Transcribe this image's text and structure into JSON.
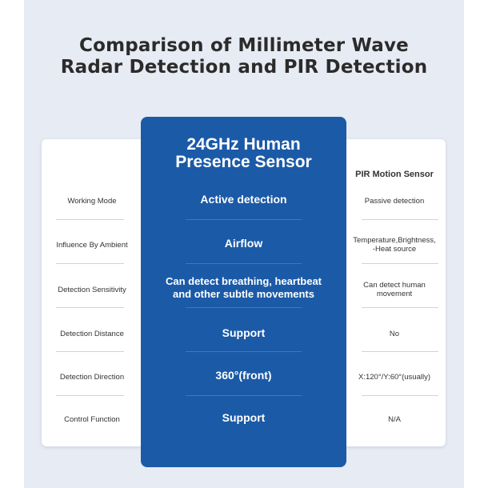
{
  "title": {
    "line1": "Comparison of Millimeter Wave",
    "line2": "Radar Detection and PIR Detection"
  },
  "center_header": {
    "line1": "24GHz Human",
    "line2": "Presence Sensor"
  },
  "right_header": "PIR Motion Sensor",
  "rows": [
    {
      "label": "Working Mode",
      "radar": "Active detection",
      "pir": "Passive detection"
    },
    {
      "label": "Influence By Ambient",
      "radar": "Airflow",
      "pir": "Temperature,Brightness,\n-Heat source"
    },
    {
      "label": "Detection Sensitivity",
      "radar": "Can detect breathing, heartbeat\nand other subtle movements",
      "pir": "Can detect human\nmovement"
    },
    {
      "label": "Detection Distance",
      "radar": "Support",
      "pir": "No"
    },
    {
      "label": "Detection Direction",
      "radar": "360°(front)",
      "pir": "X:120°/Y:60°(usually)"
    },
    {
      "label": "Control Function",
      "radar": "Support",
      "pir": "N/A"
    }
  ],
  "colors": {
    "background_panel": "#e7ebf3",
    "center_card": "#1b5aa7",
    "title_text": "#2b2b2b"
  }
}
